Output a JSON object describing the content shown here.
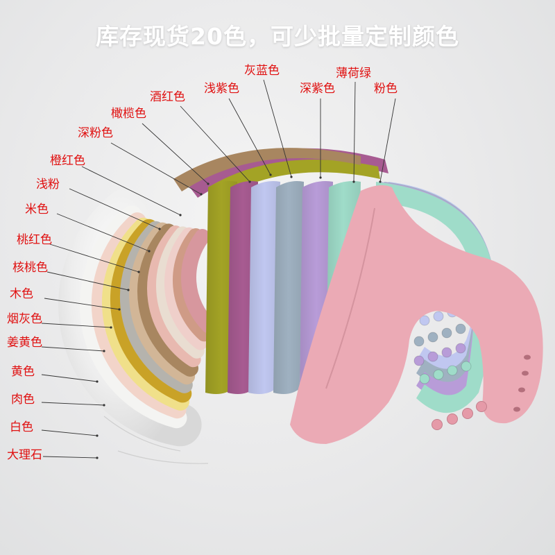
{
  "headline": "库存现货20色，可少批量定制颜色",
  "colors": [
    {
      "name": "灰蓝色",
      "hex": "#9fb1c1"
    },
    {
      "name": "薄荷绿",
      "hex": "#9fdcc9"
    },
    {
      "name": "浅紫色",
      "hex": "#c0c7f0"
    },
    {
      "name": "深紫色",
      "hex": "#b89cd8"
    },
    {
      "name": "粉色",
      "hex": "#ebaab5"
    },
    {
      "name": "酒红色",
      "hex": "#a75b91"
    },
    {
      "name": "橄榄色",
      "hex": "#a3a325"
    },
    {
      "name": "深粉色",
      "hex": "#d7979e"
    },
    {
      "name": "橙红色",
      "hex": "#cf9b86"
    },
    {
      "name": "浅粉",
      "hex": "#efcfca"
    },
    {
      "name": "米色",
      "hex": "#e9ddd1"
    },
    {
      "name": "桃红色",
      "hex": "#e8b9b0"
    },
    {
      "name": "核桃色",
      "hex": "#a88660"
    },
    {
      "name": "木色",
      "hex": "#d2b697"
    },
    {
      "name": "烟灰色",
      "hex": "#b5b3ad"
    },
    {
      "name": "姜黄色",
      "hex": "#c9a227"
    },
    {
      "name": "黄色",
      "hex": "#f0e08a"
    },
    {
      "name": "肉色",
      "hex": "#f2d4c9"
    },
    {
      "name": "白色",
      "hex": "#f4f4f2"
    },
    {
      "name": "大理石",
      "hex": "#ececec"
    }
  ]
}
